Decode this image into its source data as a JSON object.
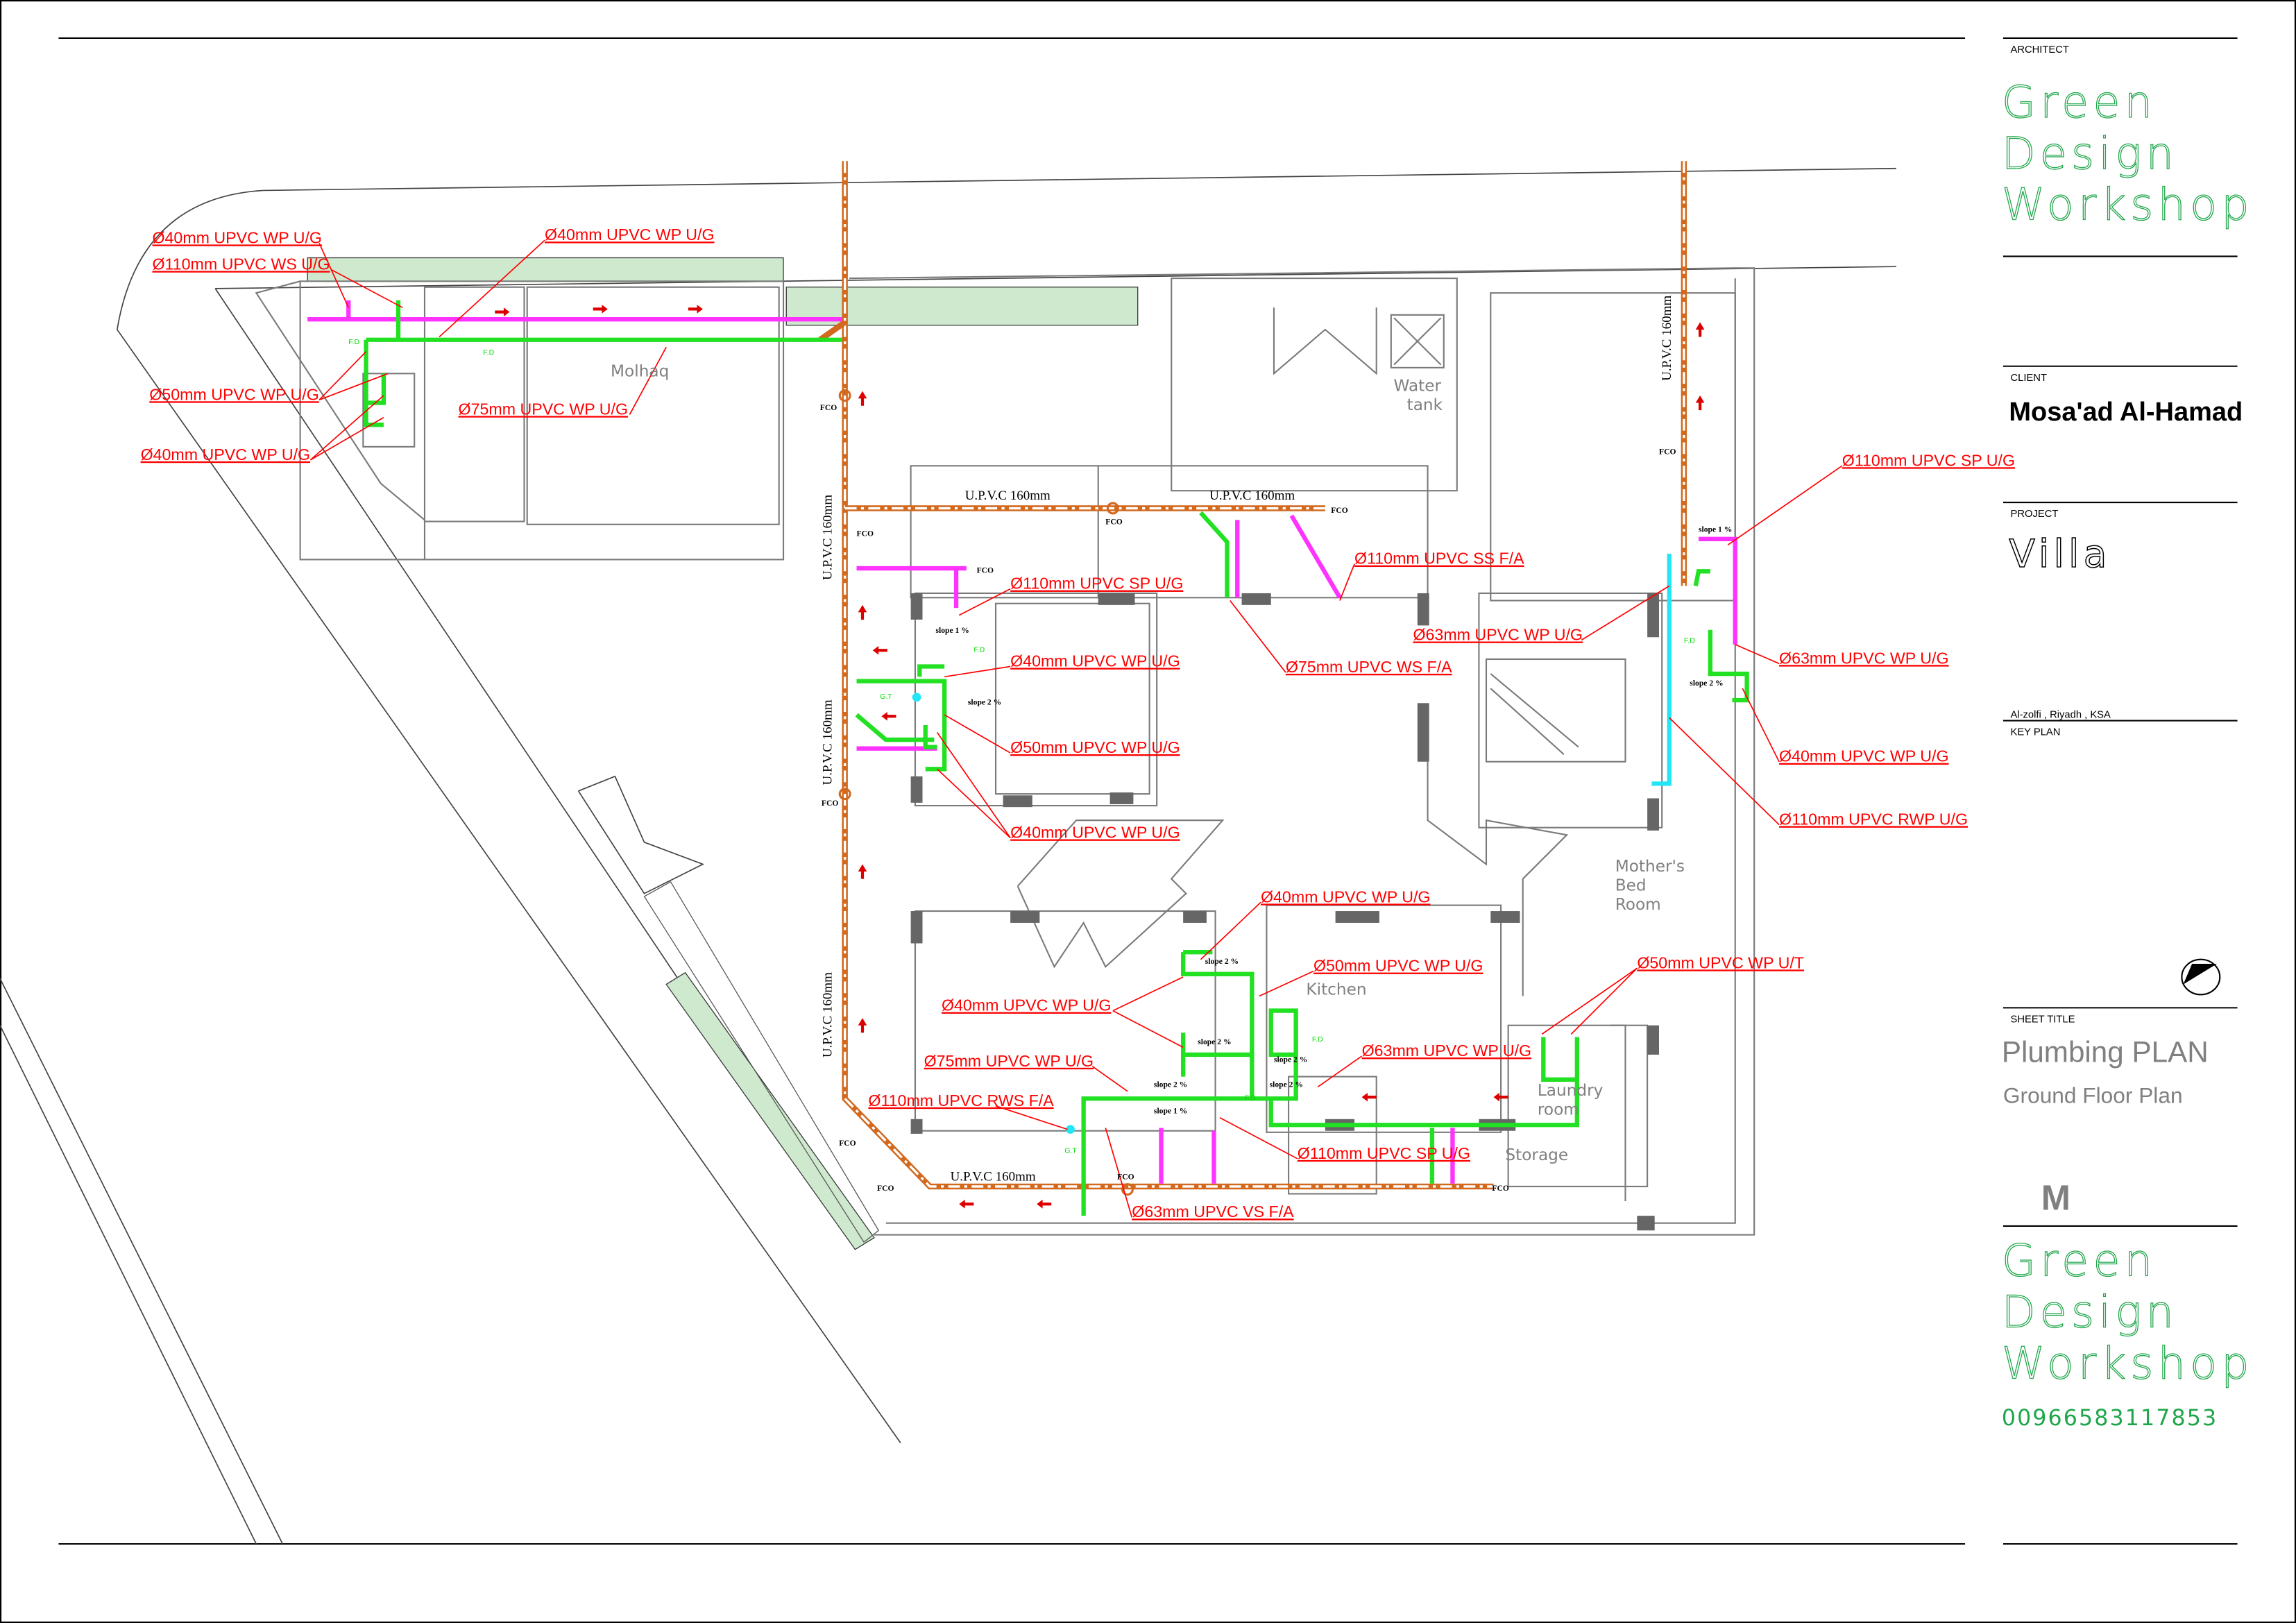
{
  "title_block": {
    "architect_heading": "ARCHITECT",
    "architect_name_lines": [
      "Green",
      "Design",
      "Workshop"
    ],
    "client_heading": "CLIENT",
    "client_name": "Mosa'ad Al-Hamad",
    "project_heading": "PROJECT",
    "project_name": "Villa",
    "location": "Al-zolfi , Riyadh , KSA",
    "key_plan_heading": "KEY PLAN",
    "sheet_title_heading": "SHEET TITLE",
    "sheet_title": "Plumbing PLAN",
    "sheet_subtitle": "Ground Floor Plan",
    "sheet_code": "M",
    "footer_name_lines": [
      "Green",
      "Design",
      "Workshop"
    ],
    "phone": "00966583117853"
  },
  "pipe_labels": [
    "Ø40mm UPVC WP U/G",
    "Ø110mm UPVC WS U/G",
    "Ø40mm UPVC WP U/G",
    "Ø50mm UPVC WP U/G",
    "Ø75mm UPVC WP U/G",
    "Ø40mm UPVC WP U/G",
    "Ø110mm UPVC SP U/G",
    "Ø110mm UPVC SS F/A",
    "Ø110mm UPVC SP U/G",
    "Ø63mm UPVC WP U/G",
    "Ø63mm UPVC WP U/G",
    "Ø40mm UPVC WP U/G",
    "Ø75mm UPVC WS F/A",
    "Ø50mm UPVC WP U/G",
    "Ø40mm UPVC WP U/G",
    "Ø110mm UPVC RWP U/G",
    "Ø40mm UPVC WP U/G",
    "Ø40mm UPVC WP U/G",
    "Ø50mm UPVC WP U/G",
    "Ø50mm UPVC WP U/T",
    "Ø40mm UPVC WP U/G",
    "Ø63mm UPVC WP U/G",
    "Ø75mm UPVC WP U/G",
    "Ø110mm UPVC RWS F/A",
    "Ø110mm UPVC SP U/G",
    "Ø63mm UPVC VS F/A"
  ],
  "rooms": [
    "Molhaq",
    "Water",
    "tank",
    "Mother's",
    "Bed",
    "Room",
    "Kitchen",
    "Laundry",
    "room",
    "Storage"
  ],
  "main_pipe_notes": [
    "U.P.V.C 160mm",
    "U.P.V.C 160mm",
    "U.P.V.C 160mm",
    "U.P.V.C 160mm",
    "U.P.V.C 160mm",
    "U.P.V.C 160mm",
    "U.P.V.C 160mm"
  ],
  "fco_labels": [
    "FCO",
    "FCO",
    "FCO",
    "FCO",
    "FCO",
    "FCO",
    "FCO",
    "FCO",
    "FCO",
    "FCO",
    "FCO"
  ],
  "slope_labels": [
    "slope 1 %",
    "slope 2 %",
    "slope 2 %",
    "slope 2 %",
    "slope 2 %",
    "slope 2 %",
    "slope 1 %",
    "slope 2 %",
    "slope 1 %",
    "slope 2 %"
  ],
  "fixture_labels": [
    "F.D",
    "F.D",
    "F.D",
    "F.D",
    "F.D",
    "F.D",
    "G.T",
    "G.T"
  ],
  "colors": {
    "annotation": "#ff0000",
    "main_sewer": "#d2691e",
    "soil_pipe": "#ff33ff",
    "waste_pipe": "#22e022",
    "rainwater_pipe": "#22e5f5",
    "brand_green": "#1fa64a"
  }
}
